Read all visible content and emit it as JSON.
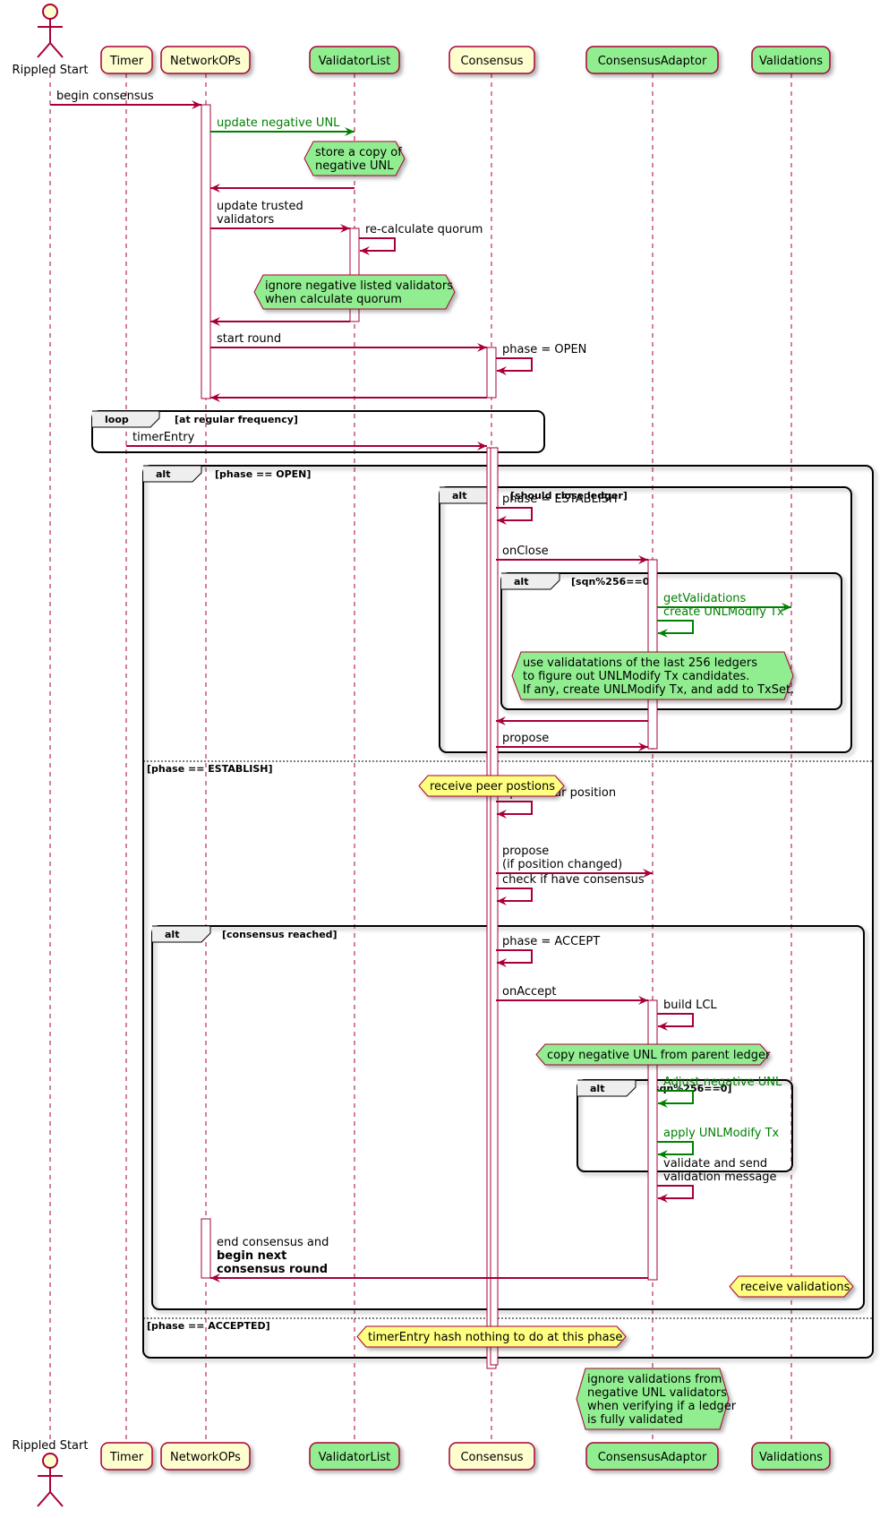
{
  "colors": {
    "arrow": "#a80036",
    "green": "#008000",
    "note_green": "#90ee90",
    "note_yellow": "#ffff80",
    "participant_yellow": "#fefece",
    "participant_green": "#90ee90",
    "lifeline": "#a80036"
  },
  "participants": [
    {
      "id": "start",
      "label": "Rippled Start",
      "kind": "actor"
    },
    {
      "id": "timer",
      "label": "Timer",
      "kind": "box",
      "color": "yellow"
    },
    {
      "id": "netops",
      "label": "NetworkOPs",
      "kind": "box",
      "color": "yellow"
    },
    {
      "id": "vlist",
      "label": "ValidatorList",
      "kind": "box",
      "color": "green"
    },
    {
      "id": "consensus",
      "label": "Consensus",
      "kind": "box",
      "color": "yellow"
    },
    {
      "id": "adaptor",
      "label": "ConsensusAdaptor",
      "kind": "box",
      "color": "green"
    },
    {
      "id": "validations",
      "label": "Validations",
      "kind": "box",
      "color": "green"
    }
  ],
  "messages": [
    {
      "from": "start",
      "to": "netops",
      "lines": [
        "begin consensus"
      ],
      "green": false
    },
    {
      "from": "netops",
      "to": "vlist",
      "lines": [
        "update negative UNL"
      ],
      "green": true
    },
    {
      "from": "vlist",
      "to": "netops",
      "lines": [],
      "green": false
    },
    {
      "from": "netops",
      "to": "vlist",
      "lines": [
        "update trusted",
        "validators"
      ],
      "green": false
    },
    {
      "from": "vlist",
      "to": "vlist",
      "lines": [
        "re-calculate quorum"
      ],
      "green": false
    },
    {
      "from": "vlist",
      "to": "netops",
      "lines": [],
      "green": false
    },
    {
      "from": "netops",
      "to": "consensus",
      "lines": [
        "start round"
      ],
      "green": false
    },
    {
      "from": "consensus",
      "to": "consensus",
      "lines": [
        "phase = OPEN"
      ],
      "green": false
    },
    {
      "from": "consensus",
      "to": "netops",
      "lines": [],
      "green": false
    },
    {
      "from": "timer",
      "to": "consensus",
      "lines": [
        "timerEntry"
      ],
      "green": false
    },
    {
      "from": "consensus",
      "to": "consensus",
      "lines": [
        "phase = ESTABLISH"
      ],
      "green": false
    },
    {
      "from": "consensus",
      "to": "adaptor",
      "lines": [
        "onClose"
      ],
      "green": false
    },
    {
      "from": "adaptor",
      "to": "validations",
      "lines": [
        "getValidations"
      ],
      "green": true
    },
    {
      "from": "adaptor",
      "to": "adaptor",
      "lines": [
        "create UNLModify Tx"
      ],
      "green": true
    },
    {
      "from": "adaptor",
      "to": "consensus",
      "lines": [],
      "green": false
    },
    {
      "from": "consensus",
      "to": "adaptor",
      "lines": [
        "propose"
      ],
      "green": false
    },
    {
      "from": "consensus",
      "to": "consensus",
      "lines": [
        "update our position"
      ],
      "green": false
    },
    {
      "from": "consensus",
      "to": "adaptor",
      "lines": [
        "propose",
        "(if position changed)"
      ],
      "green": false
    },
    {
      "from": "consensus",
      "to": "consensus",
      "lines": [
        "check if have consensus"
      ],
      "green": false
    },
    {
      "from": "consensus",
      "to": "consensus",
      "lines": [
        "phase = ACCEPT"
      ],
      "green": false
    },
    {
      "from": "consensus",
      "to": "adaptor",
      "lines": [
        "onAccept"
      ],
      "green": false
    },
    {
      "from": "adaptor",
      "to": "adaptor",
      "lines": [
        "build LCL"
      ],
      "green": false
    },
    {
      "from": "adaptor",
      "to": "adaptor",
      "lines": [
        "Adjust negative UNL"
      ],
      "green": true
    },
    {
      "from": "adaptor",
      "to": "adaptor",
      "lines": [
        "apply UNLModify Tx"
      ],
      "green": true
    },
    {
      "from": "adaptor",
      "to": "adaptor",
      "lines": [
        "validate and send",
        "validation message"
      ],
      "green": false
    },
    {
      "from": "adaptor",
      "to": "netops",
      "lines": [
        "end consensus and",
        "begin next",
        "consensus round"
      ],
      "bold_from": 1,
      "green": false
    }
  ],
  "notes": [
    {
      "lines": [
        "store a copy of",
        "negative UNL"
      ],
      "color": "green"
    },
    {
      "lines": [
        "ignore negative listed validators",
        "when calculate quorum"
      ],
      "color": "green"
    },
    {
      "lines": [
        "use validatations of the last 256 ledgers",
        "to figure out UNLModify Tx candidates.",
        "If any, create UNLModify Tx, and add to TxSet."
      ],
      "color": "green"
    },
    {
      "lines": [
        "receive peer postions"
      ],
      "color": "yellow"
    },
    {
      "lines": [
        "copy negative UNL from parent ledger"
      ],
      "color": "green"
    },
    {
      "lines": [
        "receive validations"
      ],
      "color": "yellow"
    },
    {
      "lines": [
        "timerEntry hash nothing to do at this phase"
      ],
      "color": "yellow"
    },
    {
      "lines": [
        "ignore validations from",
        "negative UNL validators",
        "when verifying if a ledger",
        "is fully validated"
      ],
      "color": "green"
    }
  ],
  "fragments": [
    {
      "kind": "loop",
      "guard": "[at regular frequency]"
    },
    {
      "kind": "alt",
      "guard": "[phase == OPEN]",
      "else_guards": [
        "[phase == ESTABLISH]",
        "[phase == ACCEPTED]"
      ]
    },
    {
      "kind": "alt",
      "guard": "[should close ledger]"
    },
    {
      "kind": "alt",
      "guard": "[sqn%256==0]"
    },
    {
      "kind": "alt",
      "guard": "[consensus reached]"
    },
    {
      "kind": "alt",
      "guard": "[sqn%256==0]"
    }
  ]
}
